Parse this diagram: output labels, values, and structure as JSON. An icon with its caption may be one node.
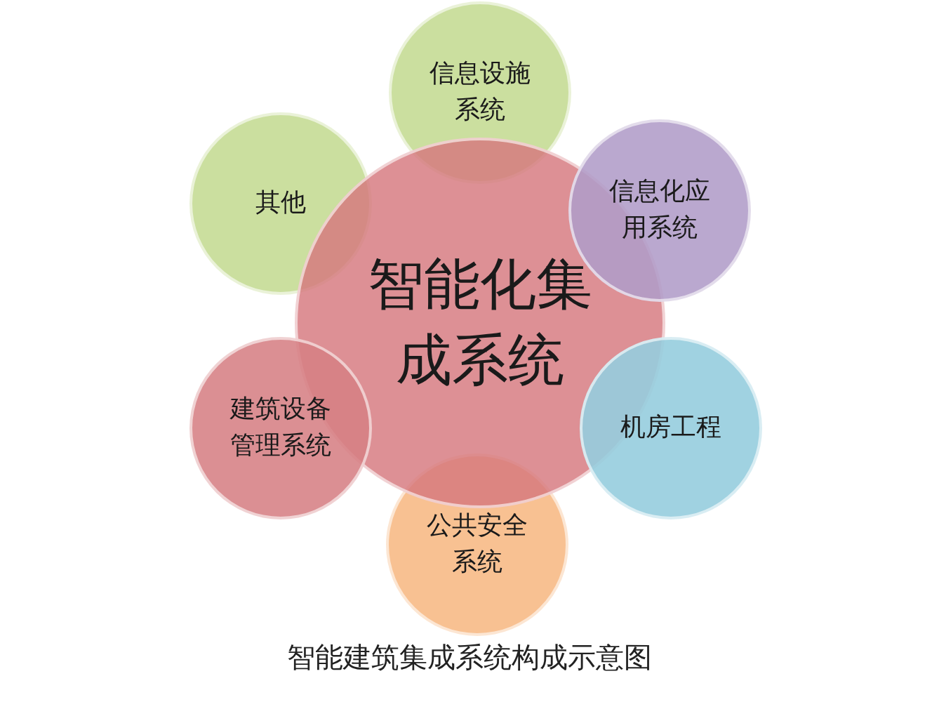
{
  "diagram": {
    "caption": "智能建筑集成系统构成示意图",
    "nodes": [
      {
        "text": [
          "智能化集成系统"
        ]
      },
      {
        "text": [
          "信息设施系统"
        ]
      },
      {
        "text": [
          "信息化应用系统"
        ]
      },
      {
        "text": [
          "机房工程"
        ]
      },
      {
        "text": [
          "公共安全系统"
        ]
      },
      {
        "text": [
          "建筑设备管理系统"
        ]
      },
      {
        "text": [
          "其他"
        ]
      }
    ]
  }
}
